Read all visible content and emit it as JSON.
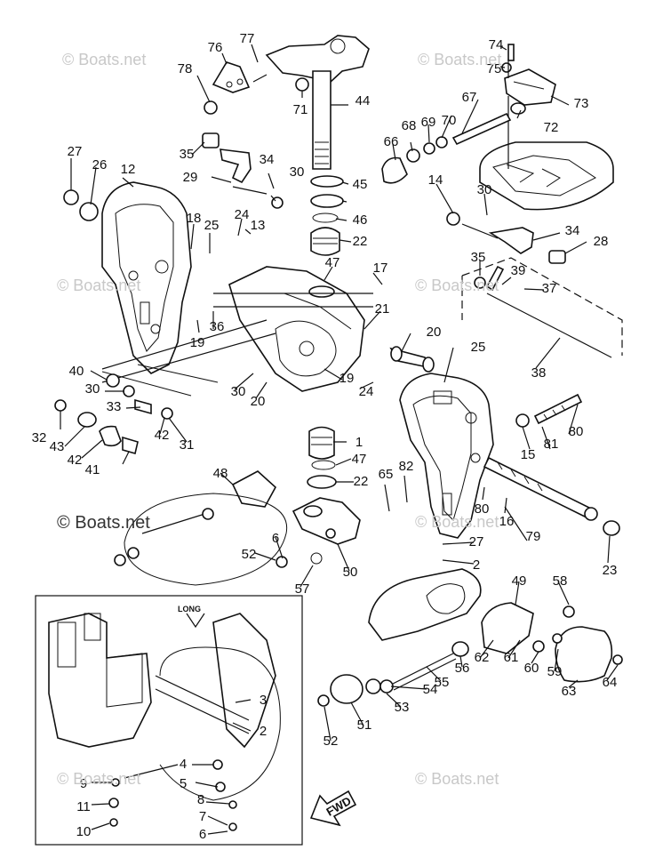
{
  "diagram": {
    "inset_title": "LONG",
    "direction_label": "FWD",
    "watermark": "© Boats.net",
    "callouts": [
      "74",
      "75",
      "76",
      "77",
      "78",
      "73",
      "71",
      "44",
      "72",
      "67",
      "70",
      "69",
      "68",
      "66",
      "27",
      "26",
      "12",
      "35",
      "34",
      "29",
      "30",
      "45",
      "46",
      "22",
      "47",
      "17",
      "21",
      "18",
      "25",
      "24",
      "13",
      "14",
      "30",
      "34",
      "28",
      "35",
      "39",
      "37",
      "38",
      "36",
      "19",
      "20",
      "40",
      "30",
      "33",
      "32",
      "43",
      "42",
      "41",
      "42",
      "31",
      "30",
      "20",
      "19",
      "24",
      "25",
      "1",
      "47",
      "22",
      "48",
      "65",
      "82",
      "80",
      "16",
      "15",
      "81",
      "80",
      "79",
      "23",
      "27",
      "2",
      "6",
      "52",
      "57",
      "50",
      "49",
      "58",
      "62",
      "61",
      "60",
      "59",
      "56",
      "55",
      "54",
      "53",
      "51",
      "52",
      "63",
      "64",
      "3",
      "2",
      "4",
      "5",
      "8",
      "7",
      "6",
      "9",
      "11",
      "10"
    ]
  }
}
